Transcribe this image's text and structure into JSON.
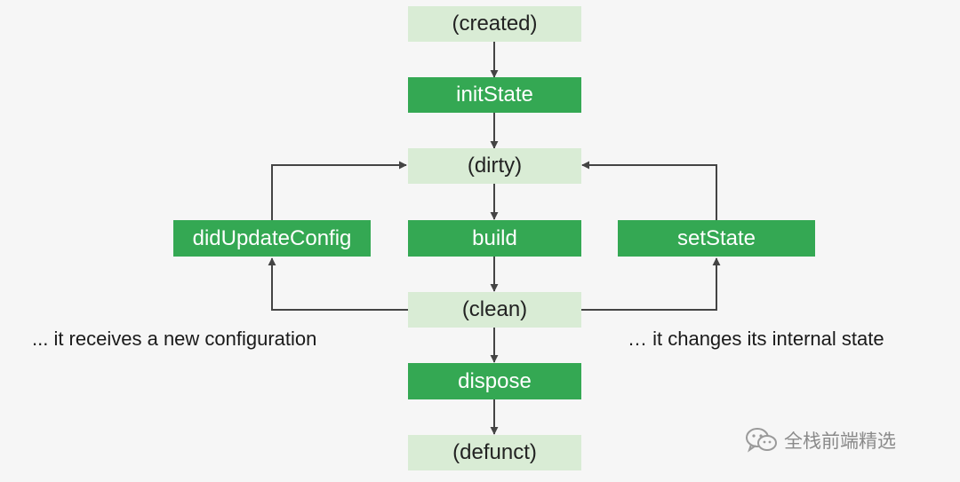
{
  "nodes": {
    "created": "(created)",
    "init_state": "initState",
    "dirty": "(dirty)",
    "did_update_config": "didUpdateConfig",
    "build": "build",
    "set_state": "setState",
    "clean": "(clean)",
    "dispose": "dispose",
    "defunct": "(defunct)"
  },
  "captions": {
    "left": "... it receives a new configuration",
    "right": "… it changes its internal state"
  },
  "watermark": {
    "text": "全栈前端精选",
    "icon": "wechat-icon"
  },
  "colors": {
    "state_fill": "#d9ecd5",
    "method_fill": "#34a853",
    "arrow": "#444444"
  }
}
